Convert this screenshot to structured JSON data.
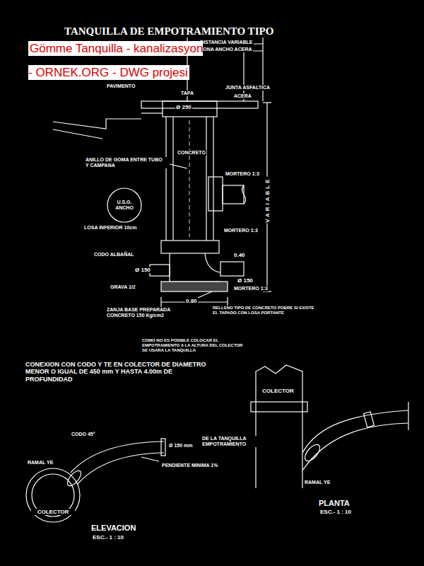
{
  "diagram": {
    "title": "TANQUILLA DE EMPOTRAMIENTO TIPO",
    "nodes": [
      {
        "text": [
          "U.S.G. ANCHO"
        ]
      },
      {
        "text": [
          "COLECTOR"
        ]
      }
    ],
    "labels": [
      "Gömme Tanquilla - kanalizasyon - ORNEK.ORG - DWG projesi",
      "DISTANCIA VARIABLE",
      "ZONA ANCHO ACERA",
      "PAVIMENTO",
      "TAPA",
      "JUNTA ASFALTICA",
      "ACERA",
      "Ø 250",
      "ANILLO DE GOMA ENTRE TUBO Y CAMPANA",
      "CONCRETO",
      "MORTERO 1:3",
      "VARIABLE",
      "LOSA INFERIOR 10cm",
      "MORTERO 1:3",
      "CODO ALBAÑAL",
      "Ø 150",
      "0.40",
      "Ø 150",
      "GRAVA 1/2",
      "MORTERO 1:3",
      "0.80",
      "ZANJA BASE PREPARADA CONCRETO 150 Kg/cm2",
      "RELLENO TIPO DE CONCRETO POBRE SI EXISTE EL TAPADO CON LOSA PORTANTE",
      "COMO NO ES POSIBLE COLOCAR EL EMPOTRAMIENTO A LA ALTURA DEL COLECTOR SE USARA LA TANQUILLA",
      "CONEXION CON CODO Y TE EN COLECTOR DE DIAMETRO MENOR O IGUAL DE 450 mm Y HASTA 4.00m DE PROFUNDIDAD",
      "CODO 45°",
      "Ø 150 mm",
      "DE LA TANQUILLA EMPOTRAMIENTO",
      "RAMAL YE",
      "PENDIENTE MINIMA 1%",
      "ELEVACION",
      "ESC.- 1 : 10",
      "COLECTOR",
      "RAMAL YE",
      "PLANTA",
      "ESC.- 1 : 10"
    ]
  }
}
